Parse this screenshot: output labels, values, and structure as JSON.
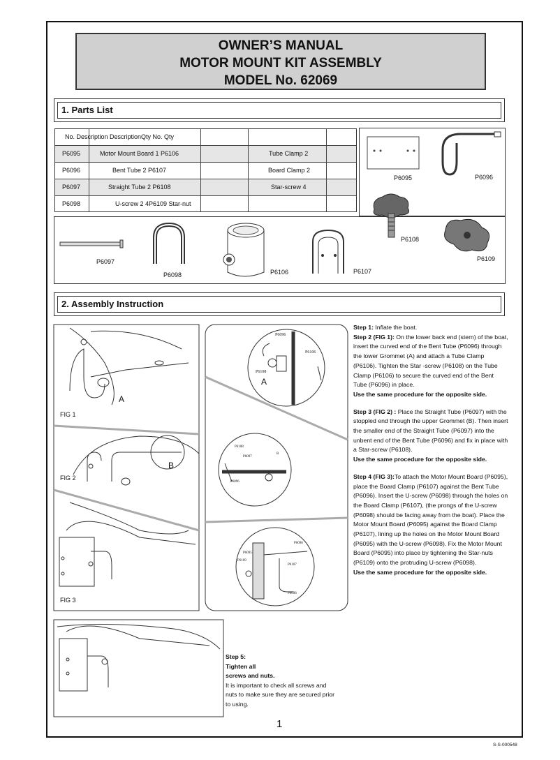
{
  "header": {
    "line1": "OWNER’S MANUAL",
    "line2": "MOTOR MOUNT KIT ASSEMBLY",
    "line3": "MODEL No. 62069"
  },
  "section1": {
    "title": "1. Parts List"
  },
  "parts_table": {
    "header": [
      "No. Description DescriptionQty No. Qty"
    ],
    "rows": [
      {
        "no": "P6095",
        "desc": "Motor Mount Board 1 P6106",
        "desc2": "Tube Clamp 2"
      },
      {
        "no": "P6096",
        "desc": "Bent Tube 2 P6107",
        "desc2": "Board Clamp 2"
      },
      {
        "no": "P6097",
        "desc": "Straight Tube 2 P6108",
        "desc2": "Star-screw 4"
      },
      {
        "no": "P6098",
        "desc": "U-screw 2 4P6109 Star-nut",
        "desc2": ""
      }
    ]
  },
  "part_labels": {
    "p6095": "P6095",
    "p6096": "P6096",
    "p6097": "P6097",
    "p6098": "P6098",
    "p6106": "P6106",
    "p6107": "P6107",
    "p6108": "P6108",
    "p6109": "P6109"
  },
  "section2": {
    "title": "2. Assembly Instruction"
  },
  "figures": {
    "fig1": "FIG 1",
    "fig2": "FIG 2",
    "fig3": "FIG 3",
    "a": "A",
    "b": "B",
    "a2": "A",
    "d_p6096": "P6096",
    "d_p6106": "P6106",
    "d_p6108": "P6108",
    "d2_p6108": "P6108",
    "d2_p6097": "P6097",
    "d2_p6096": "P6096",
    "d2_b": "B",
    "d3_p6096": "P6096",
    "d3_p6095": "P6095",
    "d3_p6109": "P6109",
    "d3_p6107": "P6107",
    "d3_p6098": "P6098"
  },
  "steps": {
    "s1_head": "Step 1:",
    "s1_text": " Inflate the boat.",
    "s2_head": "Step 2 (FIG 1):",
    "s2_text": " On the lower back end (stern) of the boat, insert the curved end of the Bent Tube (P6096) through the lower Grommet (A) and attach a Tube Clamp (P6106). Tighten the Star -screw (P6108) on the Tube Clamp (P6106) to secure the curved end of the Bent Tube (P6096) in place.",
    "s2_note": "Use the same procedure for the opposite side.",
    "s3_head": "Step 3 (FIG 2) :",
    "s3_text": " Place the Straight Tube (P6097) with the stoppled end through the upper Grommet (B).  Then insert the smaller end of the Straight Tube (P6097) into the unbent end of the Bent Tube (P6096) and fix in place with a Star-screw (P6108).",
    "s3_note": "Use the same procedure for the opposite side.",
    "s4_head": "Step 4 (FIG 3):",
    "s4_text": "To attach the Motor Mount Board (P6095), place the Board Clamp (P6107) against the Bent Tube (P6096). Insert the U-screw (P6098) through the holes on the Board Clamp (P6107), (the prongs of the U-screw (P6098) should be facing away from the boat). Place the Motor Mount Board (P6095) against the Board Clamp (P6107), lining up the holes on the Motor Mount Board (P6095) with the U-screw (P6098). Fix the Motor Mount Board (P6095) into place by tightening the Star-nuts (P6109) onto the protruding U-screw (P6098).",
    "s4_note": "Use the same procedure for the opposite side.",
    "s5_head": "Step 5:",
    "s5_head2": "Tighten all",
    "s5_head3": "screws and nuts.",
    "s5_text": "It is important to check all screws and nuts to make sure they are secured prior to using."
  },
  "footer": {
    "page": "1",
    "code": "S-S-000548"
  }
}
